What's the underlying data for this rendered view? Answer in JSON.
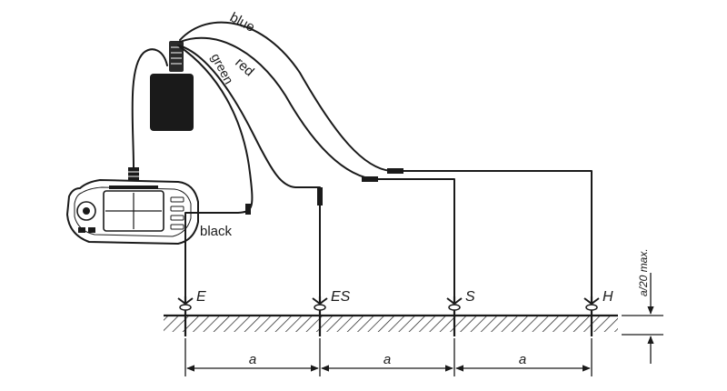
{
  "cable_labels": {
    "blue": "blue",
    "red": "red",
    "green": "green",
    "black": "black"
  },
  "terminals": {
    "e": "E",
    "es": "ES",
    "s": "S",
    "h": "H"
  },
  "dimensions": {
    "spacing_1": "a",
    "spacing_2": "a",
    "spacing_3": "a",
    "depth": "a/20 max."
  }
}
